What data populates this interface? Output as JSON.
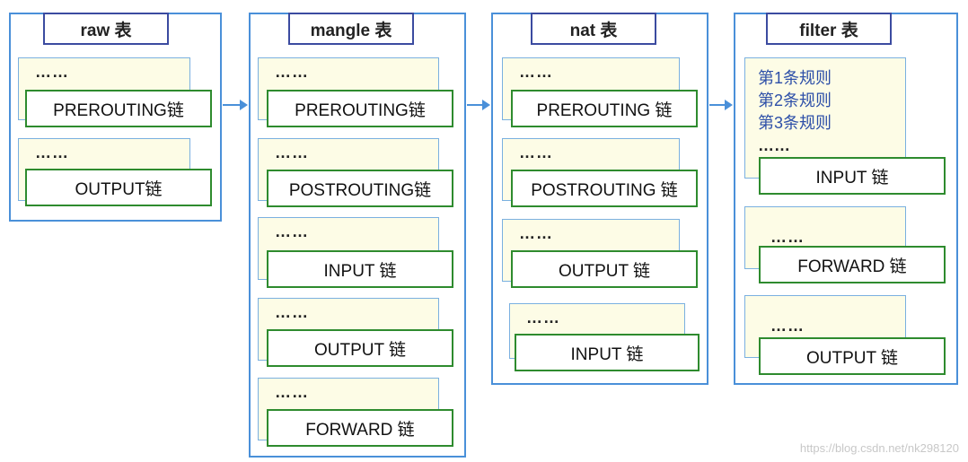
{
  "tables": [
    {
      "title": "raw 表",
      "chains": [
        {
          "dots": "……",
          "label": "PREROUTING链"
        },
        {
          "dots": "……",
          "label": "OUTPUT链"
        }
      ]
    },
    {
      "title": "mangle 表",
      "chains": [
        {
          "dots": "……",
          "label": "PREROUTING链"
        },
        {
          "dots": "……",
          "label": "POSTROUTING链"
        },
        {
          "dots": "……",
          "label": "INPUT 链"
        },
        {
          "dots": "……",
          "label": "OUTPUT 链"
        },
        {
          "dots": "……",
          "label": "FORWARD 链"
        }
      ]
    },
    {
      "title": "nat 表",
      "chains": [
        {
          "dots": "……",
          "label": "PREROUTING 链"
        },
        {
          "dots": "……",
          "label": "POSTROUTING 链"
        },
        {
          "dots": "……",
          "label": "OUTPUT 链"
        },
        {
          "dots": "……",
          "label": "INPUT 链"
        }
      ]
    },
    {
      "title": "filter 表",
      "rules": [
        "第1条规则",
        "第2条规则",
        "第3条规则"
      ],
      "rules_dots": "……",
      "chains": [
        {
          "dots": "",
          "label": "INPUT 链"
        },
        {
          "dots": "……",
          "label": "FORWARD 链"
        },
        {
          "dots": "……",
          "label": "OUTPUT 链"
        }
      ]
    }
  ],
  "colors": {
    "table_border": "#4a90d9",
    "title_border": "#3b4ba0",
    "chain_border": "#2e8b2e",
    "card_fill": "#fdfce6",
    "rule_text": "#2d4fa8"
  },
  "watermark": "https://blog.csdn.net/nk298120"
}
